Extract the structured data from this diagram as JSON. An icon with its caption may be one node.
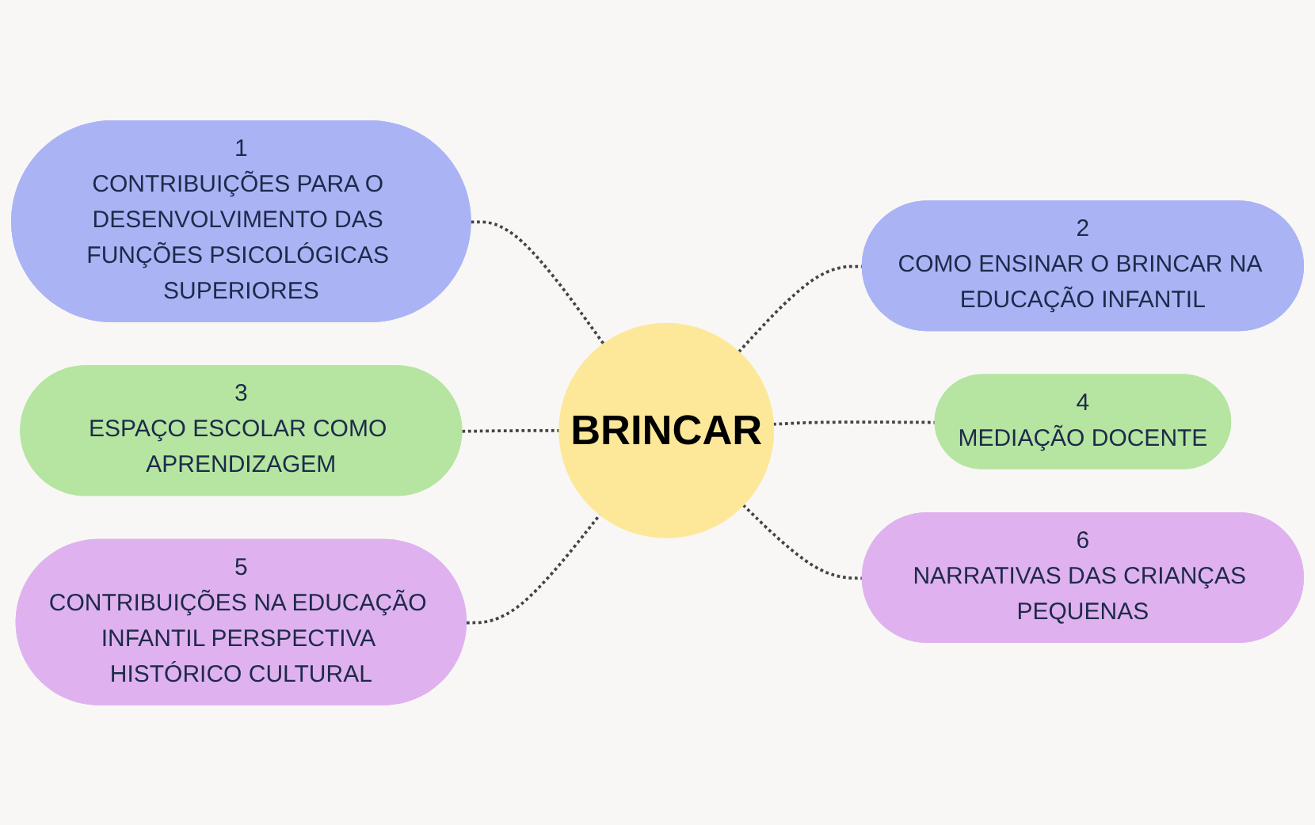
{
  "diagram": {
    "nodes": [
      {
        "text": [
          "1",
          "CONTRIBUIÇÕES PARA O DESENVOLVIMENTO DAS FUNÇÕES PSICOLÓGICAS SUPERIORES"
        ]
      },
      {
        "text": [
          "2",
          "COMO ENSINAR O BRINCAR NA EDUCAÇÃO INFANTIL"
        ]
      },
      {
        "text": [
          "3",
          "ESPAÇO ESCOLAR COMO APRENDIZAGEM"
        ]
      },
      {
        "text": [
          "BRINCAR"
        ]
      },
      {
        "text": [
          "4",
          "MEDIAÇÃO DOCENTE"
        ]
      },
      {
        "text": [
          "5",
          "CONTRIBUIÇÕES NA EDUCAÇÃO INFANTIL PERSPECTIVA HISTÓRICO CULTURAL"
        ]
      },
      {
        "text": [
          "6",
          "NARRATIVAS DAS CRIANÇAS PEQUENAS"
        ]
      }
    ],
    "edges": [
      {
        "from": 0,
        "to": 3,
        "arrow": "none",
        "style": "dashed"
      },
      {
        "from": 3,
        "to": 1,
        "arrow": "none",
        "style": "dashed"
      },
      {
        "from": 2,
        "to": 3,
        "arrow": "none",
        "style": "dashed"
      },
      {
        "from": 3,
        "to": 4,
        "arrow": "none",
        "style": "dashed"
      },
      {
        "from": 5,
        "to": 3,
        "arrow": "none",
        "style": "dashed"
      },
      {
        "from": 3,
        "to": 6,
        "arrow": "none",
        "style": "dashed"
      }
    ]
  }
}
